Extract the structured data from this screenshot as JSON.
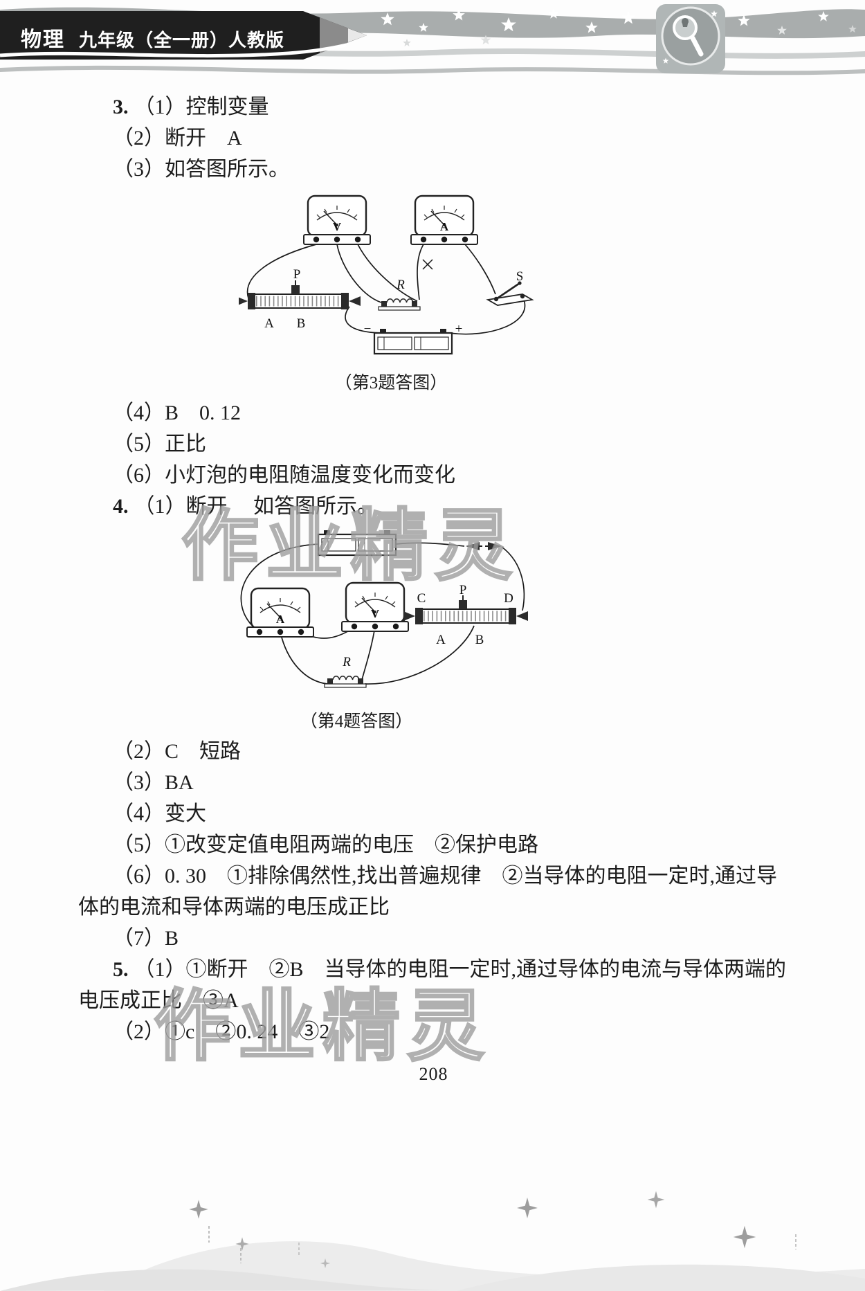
{
  "header": {
    "subject": "物理",
    "edition": "九年级（全一册）人教版"
  },
  "q3": {
    "num": "3.",
    "l1": "（1）控制变量",
    "l2": "（2）断开　A",
    "l3": "（3）如答图所示。",
    "caption": "（第3题答图）",
    "l4": "（4）B　0. 12",
    "l5": "（5）正比",
    "l6": "（6）小灯泡的电阻随温度变化而变化"
  },
  "q4": {
    "num": "4.",
    "l1": "（1）断开　 如答图所示。",
    "caption": "（第4题答图）",
    "l2": "（2）C　短路",
    "l3": "（3）BA",
    "l4": "（4）变大",
    "l5": "（5）①改变定值电阻两端的电压　②保护电路",
    "l6a": "（6）0. 30　①排除偶然性,找出普遍规律　②当导体的电阻一定时,通过导",
    "l6b": "体的电流和导体两端的电压成正比",
    "l7": "（7）B"
  },
  "q5": {
    "num": "5.",
    "l1a": "（1）①断开　②B　当导体的电阻一定时,通过导体的电流与导体两端的",
    "l1b": "电压成正比　③A",
    "l2": "（2）①c　②0. 24　③2"
  },
  "diagram3": {
    "voltmeter": "V",
    "ammeter": "A",
    "slider": "P",
    "post_a": "A",
    "post_b": "B",
    "resistor": "R",
    "switch": "S",
    "minus": "−",
    "plus": "+"
  },
  "diagram4": {
    "ammeter": "A",
    "voltmeter": "V",
    "c": "C",
    "p": "P",
    "d": "D",
    "a": "A",
    "b": "B",
    "resistor": "R"
  },
  "watermark": "作业精灵",
  "page_number": "208"
}
